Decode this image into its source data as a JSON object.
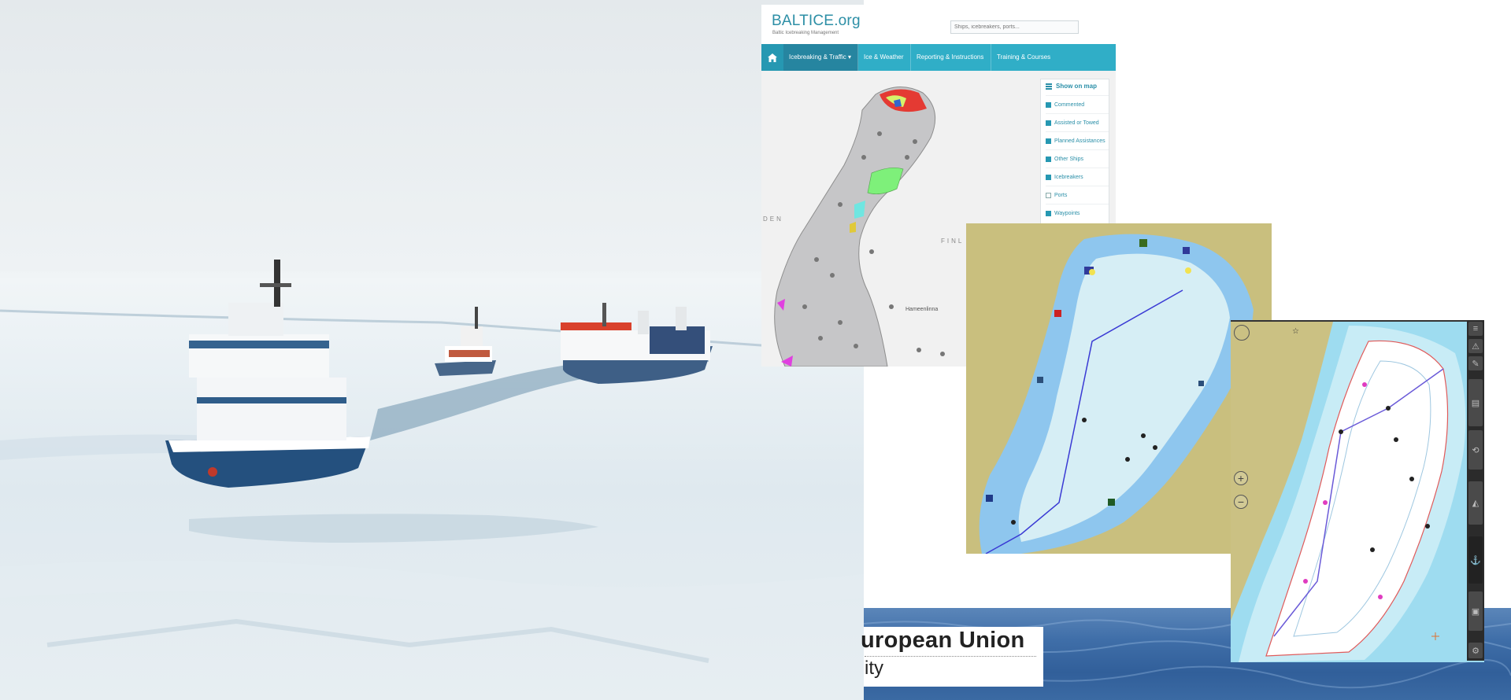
{
  "baltice": {
    "brand": "BALTICE",
    "brand_suffix": ".org",
    "tagline": "Baltic Icebreaking Management",
    "search_placeholder": "Ships, icebreakers, ports...",
    "nav": {
      "home_icon": "home-icon",
      "items": [
        {
          "label": "Icebreaking & Traffic ▾",
          "active": true
        },
        {
          "label": "Ice & Weather",
          "active": false
        },
        {
          "label": "Reporting & Instructions",
          "active": false
        },
        {
          "label": "Training & Courses",
          "active": false
        }
      ]
    },
    "map_labels": {
      "sweden": "DEN",
      "finland": "FINL",
      "city": "Hameenlinna"
    },
    "panel": {
      "title": "Show on map",
      "layers": [
        {
          "label": "Commented",
          "checked": true
        },
        {
          "label": "Assisted or Towed",
          "checked": true
        },
        {
          "label": "Planned Assistances",
          "checked": true
        },
        {
          "label": "Other Ships",
          "checked": true
        },
        {
          "label": "Icebreakers",
          "checked": true
        },
        {
          "label": "Ports",
          "checked": false
        },
        {
          "label": "Waypoints",
          "checked": true
        }
      ]
    }
  },
  "chart2": {
    "zoom_in": "+",
    "zoom_out": "−",
    "tools": [
      "layers-icon",
      "warning-icon",
      "pen-icon",
      "book-icon",
      "route-icon",
      "measure-icon",
      "anchor-icon",
      "lock-icon",
      "settings-icon"
    ]
  },
  "eu": {
    "line1": "uropean Union",
    "line2": "ity"
  },
  "colors": {
    "baltice_teal": "#30aec7",
    "chart_land": "#c9bf7e",
    "chart_shallow": "#8ec6ee",
    "chart_deep": "#d6eef5"
  }
}
